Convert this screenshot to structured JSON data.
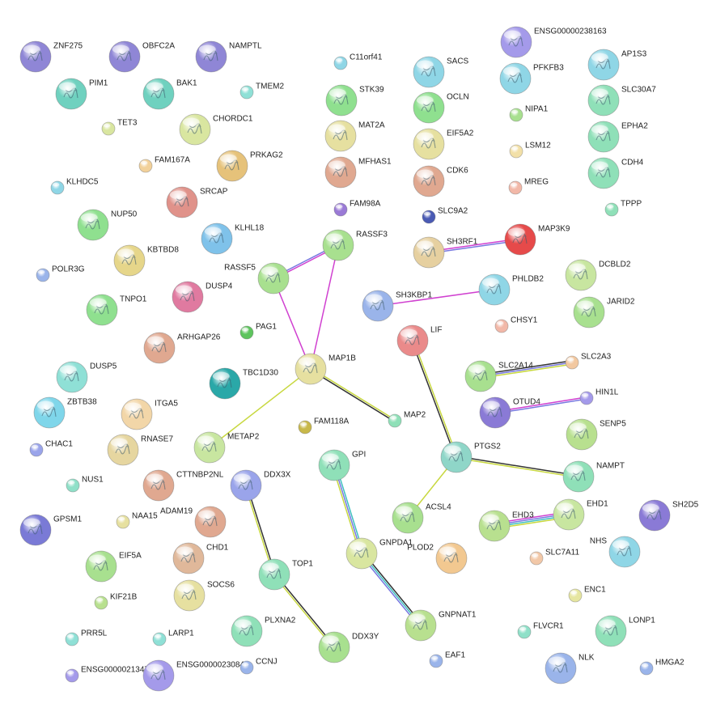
{
  "nodes": [
    {
      "id": "ZNF275",
      "label": "ZNF275",
      "color": "#8f86d6",
      "big": true
    },
    {
      "id": "OBFC2A",
      "label": "OBFC2A",
      "color": "#8f86d6",
      "big": true
    },
    {
      "id": "NAMPTL",
      "label": "NAMPTL",
      "color": "#8f86d6",
      "big": true
    },
    {
      "id": "PIM1",
      "label": "PIM1",
      "color": "#6fd1bf",
      "big": true
    },
    {
      "id": "BAK1",
      "label": "BAK1",
      "color": "#6fd1bf",
      "big": true
    },
    {
      "id": "TMEM2",
      "label": "TMEM2",
      "color": "#8fe0d6",
      "big": false
    },
    {
      "id": "TET3",
      "label": "TET3",
      "color": "#d9e6a0",
      "big": false
    },
    {
      "id": "CHORDC1",
      "label": "CHORDC1",
      "color": "#d9e6a0",
      "big": true
    },
    {
      "id": "FAM167A",
      "label": "FAM167A",
      "color": "#f2d19a",
      "big": false
    },
    {
      "id": "PRKAG2",
      "label": "PRKAG2",
      "color": "#e6c27a",
      "big": true
    },
    {
      "id": "KLHDC5",
      "label": "KLHDC5",
      "color": "#8fd6e6",
      "big": false
    },
    {
      "id": "SRCAP",
      "label": "SRCAP",
      "color": "#e0928a",
      "big": true
    },
    {
      "id": "NUP50",
      "label": "NUP50",
      "color": "#8fe08f",
      "big": true
    },
    {
      "id": "KLHL18",
      "label": "KLHL18",
      "color": "#7fc2ea",
      "big": true
    },
    {
      "id": "KBTBD8",
      "label": "KBTBD8",
      "color": "#e6d68a",
      "big": true
    },
    {
      "id": "POLR3G",
      "label": "POLR3G",
      "color": "#9ab4ea",
      "big": false
    },
    {
      "id": "DUSP4",
      "label": "DUSP4",
      "color": "#e07aa0",
      "big": true
    },
    {
      "id": "TNPO1",
      "label": "TNPO1",
      "color": "#8fe08f",
      "big": true
    },
    {
      "id": "PAG1",
      "label": "PAG1",
      "color": "#5ec45e",
      "big": false
    },
    {
      "id": "ARHGAP26",
      "label": "ARHGAP26",
      "color": "#e0a890",
      "big": true
    },
    {
      "id": "DUSP5",
      "label": "DUSP5",
      "color": "#8fe0d6",
      "big": true
    },
    {
      "id": "TBC1D30",
      "label": "TBC1D30",
      "color": "#2aa8a8",
      "big": true
    },
    {
      "id": "ZBTB38",
      "label": "ZBTB38",
      "color": "#7fd6ea",
      "big": true
    },
    {
      "id": "ITGA5",
      "label": "ITGA5",
      "color": "#f2d6a8",
      "big": true
    },
    {
      "id": "CHAC1",
      "label": "CHAC1",
      "color": "#9aa4ea",
      "big": false
    },
    {
      "id": "RNASE7",
      "label": "RNASE7",
      "color": "#e6d6a0",
      "big": true
    },
    {
      "id": "METAP2",
      "label": "METAP2",
      "color": "#c8e6a0",
      "big": true
    },
    {
      "id": "NUS1",
      "label": "NUS1",
      "color": "#8fe0c8",
      "big": false
    },
    {
      "id": "CTTNBP2NL",
      "label": "CTTNBP2NL",
      "color": "#e0a890",
      "big": true
    },
    {
      "id": "GPSM1",
      "label": "GPSM1",
      "color": "#7a7ad6",
      "big": true
    },
    {
      "id": "NAA15",
      "label": "NAA15",
      "color": "#e6e0a0",
      "big": false
    },
    {
      "id": "DDX3X",
      "label": "DDX3X",
      "color": "#9aa4ea",
      "big": true
    },
    {
      "id": "ADAM19",
      "label": "ADAM19",
      "color": "#e0a890",
      "big": true
    },
    {
      "id": "CHD1",
      "label": "CHD1",
      "color": "#e0b89a",
      "big": true
    },
    {
      "id": "EIF5A",
      "label": "EIF5A",
      "color": "#a8e08f",
      "big": true
    },
    {
      "id": "SOCS6",
      "label": "SOCS6",
      "color": "#e6e0a0",
      "big": true
    },
    {
      "id": "KIF21B",
      "label": "KIF21B",
      "color": "#b8e08f",
      "big": false
    },
    {
      "id": "PRR5L",
      "label": "PRR5L",
      "color": "#8fe0d6",
      "big": false
    },
    {
      "id": "LARP1",
      "label": "LARP1",
      "color": "#8fe0d6",
      "big": false
    },
    {
      "id": "PLXNA2",
      "label": "PLXNA2",
      "color": "#8fe0b8",
      "big": true
    },
    {
      "id": "ENSG00000213472",
      "label": "ENSG00000213472",
      "color": "#a49aea",
      "big": false
    },
    {
      "id": "ENSG00000230847",
      "label": "ENSG00000230847",
      "color": "#a49aea",
      "big": true
    },
    {
      "id": "CCNJ",
      "label": "CCNJ",
      "color": "#9ab4ea",
      "big": false
    },
    {
      "id": "TOP1",
      "label": "TOP1",
      "color": "#8fe0b8",
      "big": true
    },
    {
      "id": "DDX3Y",
      "label": "DDX3Y",
      "color": "#a8e08f",
      "big": true
    },
    {
      "id": "C11orf41",
      "label": "C11orf41",
      "color": "#8fd6e6",
      "big": false
    },
    {
      "id": "STK39",
      "label": "STK39",
      "color": "#8fe08f",
      "big": true
    },
    {
      "id": "MAT2A",
      "label": "MAT2A",
      "color": "#e6e0a0",
      "big": true
    },
    {
      "id": "MFHAS1",
      "label": "MFHAS1",
      "color": "#e0a890",
      "big": true
    },
    {
      "id": "FAM98A",
      "label": "FAM98A",
      "color": "#9a7ad6",
      "big": false
    },
    {
      "id": "SACS",
      "label": "SACS",
      "color": "#8fd6e6",
      "big": true
    },
    {
      "id": "OCLN",
      "label": "OCLN",
      "color": "#8fe08f",
      "big": true
    },
    {
      "id": "EIF5A2",
      "label": "EIF5A2",
      "color": "#e6e0a0",
      "big": true
    },
    {
      "id": "CDK6",
      "label": "CDK6",
      "color": "#e0a890",
      "big": true
    },
    {
      "id": "SLC9A2",
      "label": "SLC9A2",
      "color": "#4a5ab4",
      "big": false
    },
    {
      "id": "ENSG00000238163",
      "label": "ENSG00000238163",
      "color": "#a49aea",
      "big": true
    },
    {
      "id": "PFKFB3",
      "label": "PFKFB3",
      "color": "#8fd6e6",
      "big": true
    },
    {
      "id": "NIPA1",
      "label": "NIPA1",
      "color": "#a8e08f",
      "big": false
    },
    {
      "id": "LSM12",
      "label": "LSM12",
      "color": "#f2e0a8",
      "big": false
    },
    {
      "id": "MREG",
      "label": "MREG",
      "color": "#f2b8a8",
      "big": false
    },
    {
      "id": "AP1S3",
      "label": "AP1S3",
      "color": "#8fd6e6",
      "big": true
    },
    {
      "id": "SLC30A7",
      "label": "SLC30A7",
      "color": "#8fe0b8",
      "big": true
    },
    {
      "id": "EPHA2",
      "label": "EPHA2",
      "color": "#8fe0b8",
      "big": true
    },
    {
      "id": "CDH4",
      "label": "CDH4",
      "color": "#8fe0b8",
      "big": true
    },
    {
      "id": "TPPP",
      "label": "TPPP",
      "color": "#8fe0b8",
      "big": false
    },
    {
      "id": "RASSF3",
      "label": "RASSF3",
      "color": "#a8e08f",
      "big": true
    },
    {
      "id": "RASSF5",
      "label": "RASSF5",
      "color": "#a8e08f",
      "big": true
    },
    {
      "id": "SH3RF1",
      "label": "SH3RF1",
      "color": "#e6d0a0",
      "big": true
    },
    {
      "id": "MAP3K9",
      "label": "MAP3K9",
      "color": "#e64a4a",
      "big": true
    },
    {
      "id": "DCBLD2",
      "label": "DCBLD2",
      "color": "#c8e6a0",
      "big": true
    },
    {
      "id": "JARID2",
      "label": "JARID2",
      "color": "#a8e08f",
      "big": true
    },
    {
      "id": "SH3KBP1",
      "label": "SH3KBP1",
      "color": "#9ab4ea",
      "big": true
    },
    {
      "id": "PHLDB2",
      "label": "PHLDB2",
      "color": "#8fd6e6",
      "big": true
    },
    {
      "id": "CHSY1",
      "label": "CHSY1",
      "color": "#f2b8a8",
      "big": false
    },
    {
      "id": "LIF",
      "label": "LIF",
      "color": "#ea8a8a",
      "big": true
    },
    {
      "id": "MAP1B",
      "label": "MAP1B",
      "color": "#e6e0a0",
      "big": true
    },
    {
      "id": "FAM118A",
      "label": "FAM118A",
      "color": "#c8b84a",
      "big": false
    },
    {
      "id": "MAP2",
      "label": "MAP2",
      "color": "#8fe0b8",
      "big": false
    },
    {
      "id": "SLC2A14",
      "label": "SLC2A14",
      "color": "#a8e08f",
      "big": true
    },
    {
      "id": "SLC2A3",
      "label": "SLC2A3",
      "color": "#f2c8a0",
      "big": false
    },
    {
      "id": "HIN1L",
      "label": "HIN1L",
      "color": "#a49aea",
      "big": false
    },
    {
      "id": "OTUD4",
      "label": "OTUD4",
      "color": "#8a7ad6",
      "big": true
    },
    {
      "id": "SENP5",
      "label": "SENP5",
      "color": "#b8e08f",
      "big": true
    },
    {
      "id": "PTGS2",
      "label": "PTGS2",
      "color": "#8fd6c8",
      "big": true
    },
    {
      "id": "NAMPT",
      "label": "NAMPT",
      "color": "#8fe0b8",
      "big": true
    },
    {
      "id": "ACSL4",
      "label": "ACSL4",
      "color": "#a8e08f",
      "big": true
    },
    {
      "id": "EHD3",
      "label": "EHD3",
      "color": "#b8e08f",
      "big": true
    },
    {
      "id": "EHD1",
      "label": "EHD1",
      "color": "#c8e6a0",
      "big": true
    },
    {
      "id": "SH2D5",
      "label": "SH2D5",
      "color": "#8a7ad6",
      "big": true
    },
    {
      "id": "NHS",
      "label": "NHS",
      "color": "#8fd6e6",
      "big": true
    },
    {
      "id": "GPI",
      "label": "GPI",
      "color": "#8fe0b8",
      "big": true
    },
    {
      "id": "GNPDA1",
      "label": "GNPDA1",
      "color": "#d9e6a0",
      "big": true
    },
    {
      "id": "PLOD2",
      "label": "PLOD2",
      "color": "#f2c890",
      "big": true
    },
    {
      "id": "SLC7A11",
      "label": "SLC7A11",
      "color": "#f2c8a8",
      "big": false
    },
    {
      "id": "ENC1",
      "label": "ENC1",
      "color": "#e6e6a0",
      "big": false
    },
    {
      "id": "GNPNAT1",
      "label": "GNPNAT1",
      "color": "#b8e08f",
      "big": true
    },
    {
      "id": "EAF1",
      "label": "EAF1",
      "color": "#9ab4ea",
      "big": false
    },
    {
      "id": "FLVCR1",
      "label": "FLVCR1",
      "color": "#8fe0c8",
      "big": false
    },
    {
      "id": "LONP1",
      "label": "LONP1",
      "color": "#8fe0b8",
      "big": true
    },
    {
      "id": "NLK",
      "label": "NLK",
      "color": "#9ab4ea",
      "big": true
    },
    {
      "id": "HMGA2",
      "label": "HMGA2",
      "color": "#9ab4ea",
      "big": false
    }
  ],
  "edges": [
    {
      "from": "RASSF3",
      "to": "RASSF5",
      "colors": [
        "#d040d0",
        "#7878e0"
      ]
    },
    {
      "from": "RASSF3",
      "to": "MAP1B",
      "colors": [
        "#d040d0"
      ]
    },
    {
      "from": "RASSF5",
      "to": "MAP1B",
      "colors": [
        "#d040d0"
      ]
    },
    {
      "from": "SH3RF1",
      "to": "MAP3K9",
      "colors": [
        "#d040d0",
        "#7878e0"
      ]
    },
    {
      "from": "SH3KBP1",
      "to": "PHLDB2",
      "colors": [
        "#d040d0"
      ]
    },
    {
      "from": "MAP1B",
      "to": "METAP2",
      "colors": [
        "#c8d840"
      ]
    },
    {
      "from": "MAP1B",
      "to": "MAP2",
      "colors": [
        "#c8d840",
        "#333333"
      ]
    },
    {
      "from": "LIF",
      "to": "PTGS2",
      "colors": [
        "#c8d840",
        "#333333"
      ]
    },
    {
      "from": "SLC2A14",
      "to": "SLC2A3",
      "colors": [
        "#333333",
        "#7878e0",
        "#c8d840"
      ]
    },
    {
      "from": "OTUD4",
      "to": "HIN1L",
      "colors": [
        "#d040d0",
        "#7878e0"
      ]
    },
    {
      "from": "PTGS2",
      "to": "NAMPT",
      "colors": [
        "#333333",
        "#c8d840"
      ]
    },
    {
      "from": "PTGS2",
      "to": "ACSL4",
      "colors": [
        "#c8d840"
      ]
    },
    {
      "from": "EHD3",
      "to": "EHD1",
      "colors": [
        "#d040d0",
        "#7878e0",
        "#40c0c0",
        "#c8d840"
      ]
    },
    {
      "from": "DDX3X",
      "to": "TOP1",
      "colors": [
        "#333333",
        "#c8d840"
      ]
    },
    {
      "from": "TOP1",
      "to": "DDX3Y",
      "colors": [
        "#333333",
        "#c8d840"
      ]
    },
    {
      "from": "GPI",
      "to": "GNPDA1",
      "colors": [
        "#40c0c0",
        "#7878e0",
        "#c8d840"
      ]
    },
    {
      "from": "GNPDA1",
      "to": "GNPNAT1",
      "colors": [
        "#333333",
        "#40c0c0",
        "#7878e0"
      ]
    }
  ]
}
